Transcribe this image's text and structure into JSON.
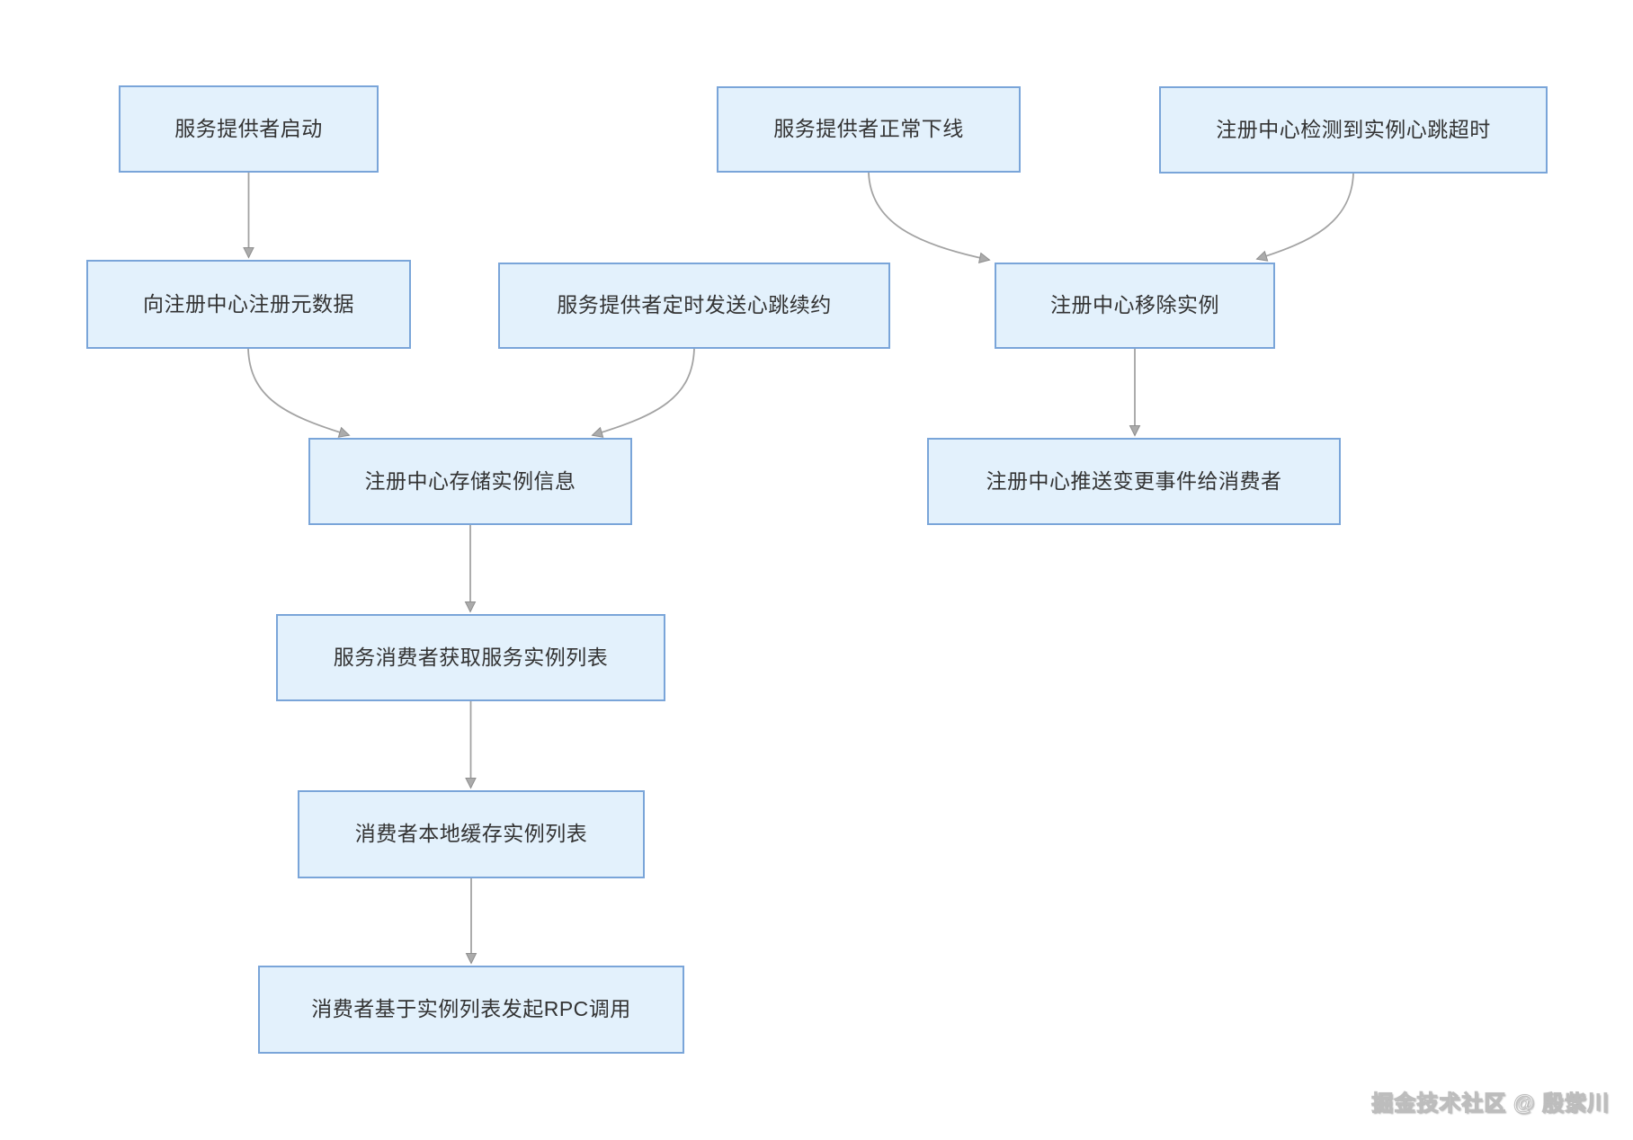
{
  "diagram": {
    "type": "flowchart",
    "nodes": {
      "provider_start": {
        "label": "服务提供者启动"
      },
      "provider_offline": {
        "label": "服务提供者正常下线"
      },
      "heartbeat_timeout": {
        "label": "注册中心检测到实例心跳超时"
      },
      "register_metadata": {
        "label": "向注册中心注册元数据"
      },
      "heartbeat_renew": {
        "label": "服务提供者定时发送心跳续约"
      },
      "remove_instance": {
        "label": "注册中心移除实例"
      },
      "store_instance": {
        "label": "注册中心存储实例信息"
      },
      "push_change": {
        "label": "注册中心推送变更事件给消费者"
      },
      "consumer_fetch": {
        "label": "服务消费者获取服务实例列表"
      },
      "consumer_cache": {
        "label": "消费者本地缓存实例列表"
      },
      "consumer_rpc": {
        "label": "消费者基于实例列表发起RPC调用"
      }
    },
    "edges": [
      {
        "from": "provider_start",
        "to": "register_metadata"
      },
      {
        "from": "register_metadata",
        "to": "store_instance"
      },
      {
        "from": "heartbeat_renew",
        "to": "store_instance"
      },
      {
        "from": "provider_offline",
        "to": "remove_instance"
      },
      {
        "from": "heartbeat_timeout",
        "to": "remove_instance"
      },
      {
        "from": "remove_instance",
        "to": "push_change"
      },
      {
        "from": "store_instance",
        "to": "consumer_fetch"
      },
      {
        "from": "consumer_fetch",
        "to": "consumer_cache"
      },
      {
        "from": "consumer_cache",
        "to": "consumer_rpc"
      }
    ],
    "colors": {
      "node_fill": "#e3f1fc",
      "node_border": "#7aa5d9",
      "node_text": "#333333",
      "edge": "#a3a3a3",
      "arrowhead_fill": "#ababab",
      "arrowhead_stroke": "#8f8f8f"
    }
  },
  "watermark": {
    "text": "掘金技术社区 @ 殷紫川"
  }
}
